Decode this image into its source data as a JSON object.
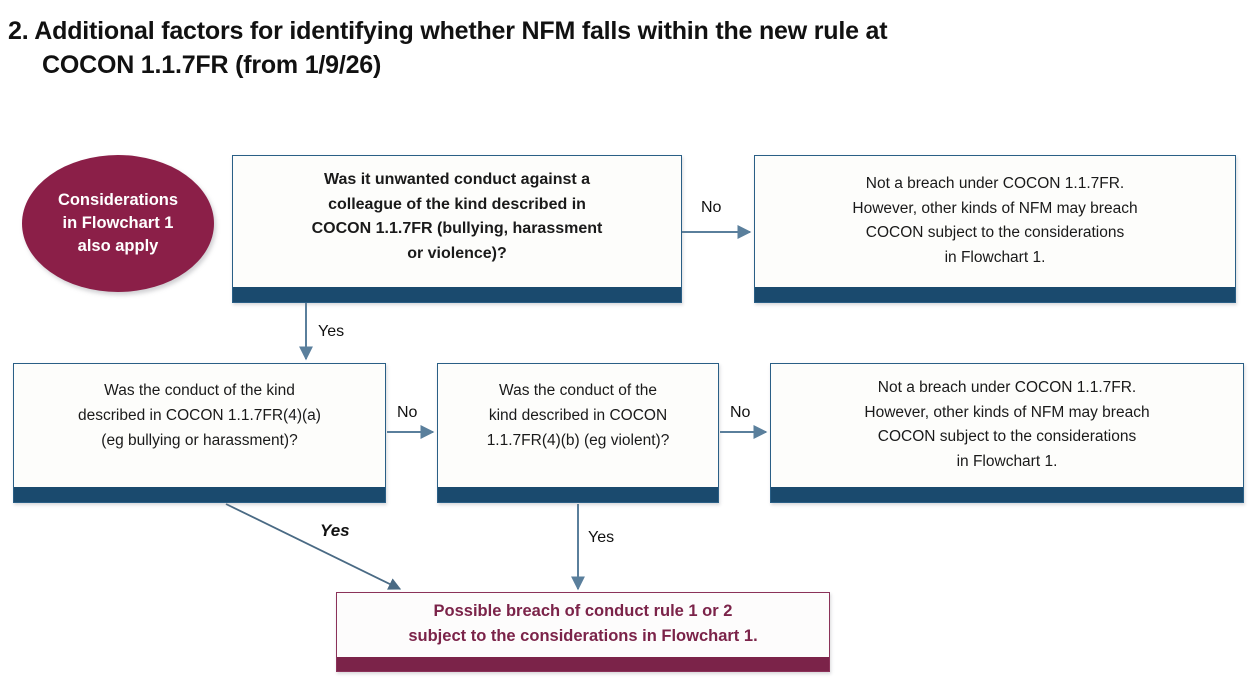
{
  "title": {
    "line1": "2. Additional factors for identifying whether NFM falls within the new rule at",
    "line2": "COCON 1.1.7FR (from 1/9/26)"
  },
  "colors": {
    "accent_navy": "#1a4a6e",
    "accent_maroon": "#7b2349",
    "oval_fill": "#8b1f48",
    "box_border_navy": "#2a5f86",
    "box_border_maroon": "#8b3259",
    "box_fill": "#fdfdfb",
    "connector": "#5a7f9c",
    "text": "#111111"
  },
  "oval": {
    "name": "considerations-oval",
    "lines": [
      "Considerations",
      "in Flowchart 1",
      "also apply"
    ]
  },
  "nodes": {
    "q1": {
      "lines": [
        "Was it unwanted conduct against a",
        "colleague of the kind described in",
        "COCON 1.1.7FR (bullying, harassment",
        "or violence)?"
      ]
    },
    "out1": {
      "lines": [
        "Not a breach under COCON 1.1.7FR.",
        "However, other kinds of NFM may breach",
        "COCON subject to the considerations",
        "in Flowchart 1."
      ]
    },
    "q2": {
      "lines": [
        "Was the conduct of the kind",
        "described in COCON 1.1.7FR(4)(a)",
        "(eg bullying or harassment)?"
      ]
    },
    "q3": {
      "lines": [
        "Was the conduct of the",
        "kind described in COCON",
        "1.1.7FR(4)(b) (eg violent)?"
      ]
    },
    "out2": {
      "lines": [
        "Not a breach under COCON 1.1.7FR.",
        "However, other kinds of NFM may breach",
        "COCON subject to the considerations",
        "in Flowchart 1."
      ]
    },
    "result": {
      "lines": [
        "Possible breach of conduct rule 1 or 2",
        "subject to the considerations in Flowchart 1."
      ]
    }
  },
  "edges": {
    "no_1": "No",
    "yes_1": "Yes",
    "no_2": "No",
    "no_3": "No",
    "yes_2": "Yes",
    "yes_3": "Yes"
  }
}
